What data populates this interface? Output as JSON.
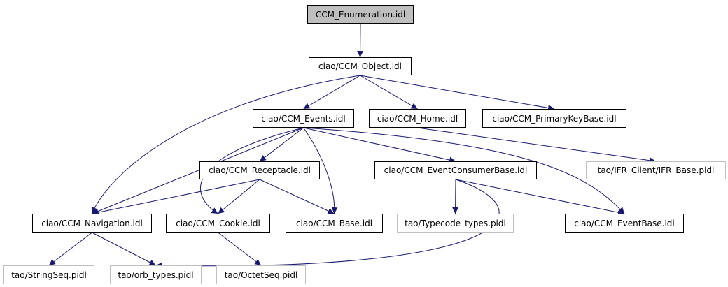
{
  "colors": {
    "edge": "#191970",
    "root_fill": "#bfbfbf",
    "node_border": "#000000",
    "external_border": "#bfbfbf"
  },
  "nodes": {
    "root": "CCM_Enumeration.idl",
    "object": "ciao/CCM_Object.idl",
    "events": "ciao/CCM_Events.idl",
    "home": "ciao/CCM_Home.idl",
    "primarykey": "ciao/CCM_PrimaryKeyBase.idl",
    "receptacle": "ciao/CCM_Receptacle.idl",
    "eventconsumer": "ciao/CCM_EventConsumerBase.idl",
    "ifr": "tao/IFR_Client/IFR_Base.pidl",
    "navigation": "ciao/CCM_Navigation.idl",
    "cookie": "ciao/CCM_Cookie.idl",
    "base": "ciao/CCM_Base.idl",
    "typecode": "tao/Typecode_types.pidl",
    "eventbase": "ciao/CCM_EventBase.idl",
    "stringseq": "tao/StringSeq.pidl",
    "orbtypes": "tao/orb_types.pidl",
    "octetseq": "tao/OctetSeq.pidl"
  },
  "edges": [
    [
      "root",
      "object"
    ],
    [
      "object",
      "navigation"
    ],
    [
      "object",
      "events"
    ],
    [
      "object",
      "home"
    ],
    [
      "object",
      "primarykey"
    ],
    [
      "events",
      "navigation"
    ],
    [
      "events",
      "receptacle"
    ],
    [
      "events",
      "cookie"
    ],
    [
      "events",
      "base"
    ],
    [
      "events",
      "eventconsumer"
    ],
    [
      "events",
      "eventbase"
    ],
    [
      "home",
      "ifr"
    ],
    [
      "receptacle",
      "navigation"
    ],
    [
      "receptacle",
      "cookie"
    ],
    [
      "receptacle",
      "base"
    ],
    [
      "eventconsumer",
      "typecode"
    ],
    [
      "eventconsumer",
      "eventbase"
    ],
    [
      "eventconsumer",
      "orbtypes"
    ],
    [
      "navigation",
      "stringseq"
    ],
    [
      "navigation",
      "orbtypes"
    ],
    [
      "cookie",
      "octetseq"
    ]
  ]
}
